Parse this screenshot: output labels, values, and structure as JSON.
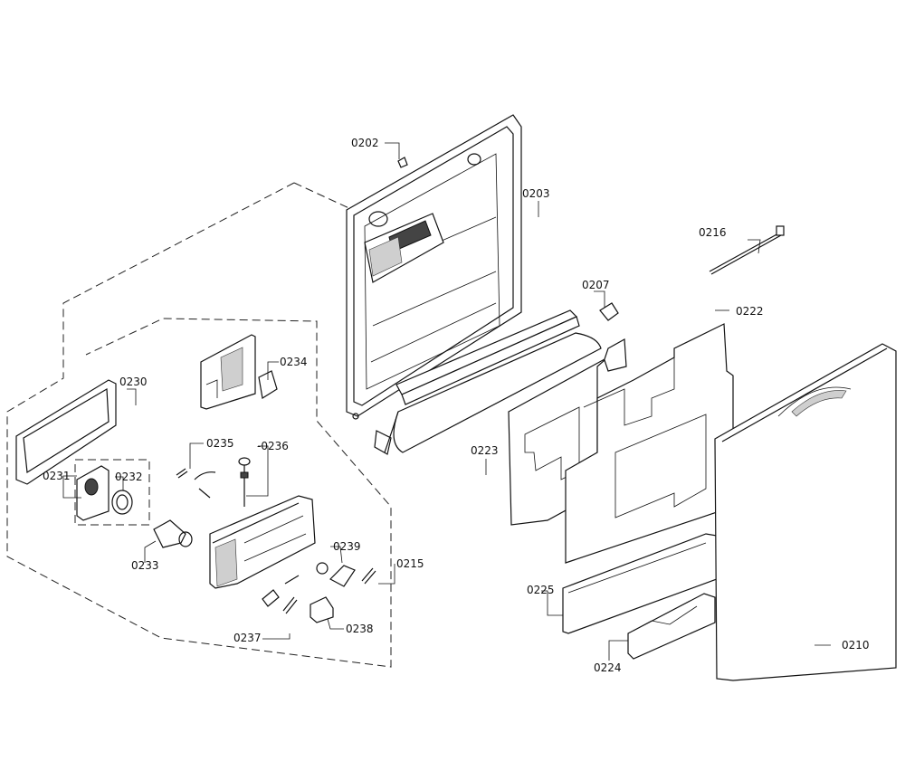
{
  "parts": [
    {
      "key": "p0202",
      "label": "0202"
    },
    {
      "key": "p0203",
      "label": "0203"
    },
    {
      "key": "p0216",
      "label": "0216"
    },
    {
      "key": "p0207",
      "label": "0207"
    },
    {
      "key": "p0222",
      "label": "0222"
    },
    {
      "key": "p0234",
      "label": "0234"
    },
    {
      "key": "p0230",
      "label": "0230"
    },
    {
      "key": "p0235",
      "label": "0235"
    },
    {
      "key": "p0236",
      "label": "-0236"
    },
    {
      "key": "p0231",
      "label": "0231"
    },
    {
      "key": "p0232",
      "label": "0232"
    },
    {
      "key": "p0223",
      "label": "0223"
    },
    {
      "key": "p0239",
      "label": "0239"
    },
    {
      "key": "p0215",
      "label": "0215"
    },
    {
      "key": "p0233",
      "label": "0233"
    },
    {
      "key": "p0225",
      "label": "0225"
    },
    {
      "key": "p0237",
      "label": "0237"
    },
    {
      "key": "p0238",
      "label": "0238"
    },
    {
      "key": "p0210",
      "label": "0210"
    },
    {
      "key": "p0224",
      "label": "0224"
    }
  ]
}
